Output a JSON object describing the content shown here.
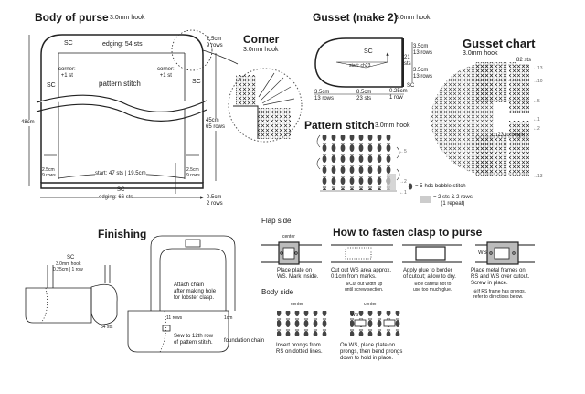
{
  "body_of_purse": {
    "title": "Body of purse",
    "hook": "3.0mm hook",
    "sc_top": "SC",
    "edging_top": "edging: 54 sts",
    "corner_left": "corner:\n+1 st",
    "corner_right": "corner:\n+1 st",
    "sc_left": "SC",
    "sc_right": "SC",
    "pattern_stitch": "pattern stitch",
    "height_total": "48cm",
    "top_edge": "2.5cm\n9 rows",
    "side_height": "45cm\n65 rows",
    "bottom_left": "2.5cm\n9 rows",
    "bottom_right": "2.5cm\n9 rows",
    "start": "start: 47 sts | 19.5cm",
    "sc_bottom": "SC",
    "edging_bottom": "edging: 66 sts",
    "bottom_edge": "0.5cm\n2 rows"
  },
  "corner": {
    "title": "Corner",
    "hook": "3.0mm hook"
  },
  "gusset": {
    "title": "Gusset (make 2)",
    "hook": "3.0mm hook",
    "sc_center": "SC",
    "start": "start: ch23",
    "sts_21": "21\nsts",
    "top_right": "3.5cm\n13 rows",
    "bottom_right": "3.5cm\n13 rows",
    "sc_edge": "SC",
    "dim_left": "3.5cm\n13 rows",
    "dim_mid": "8.5cm\n23 sts",
    "dim_right": "0.25cm\n1 row"
  },
  "gusset_chart": {
    "title": "Gusset chart",
    "hook": "3.0mm hook",
    "sts_label": "82 sts",
    "begin_label": "ch23 to begin",
    "row_markers": [
      "←13",
      "→10",
      "←5",
      "←1",
      "←2",
      "→13"
    ]
  },
  "pattern_stitch": {
    "title": "Pattern stitch",
    "hook": "3.0mm hook",
    "row_markers": [
      "←5",
      "→2",
      "←1"
    ],
    "legend_bobble": "= 5-hdc bobble stitch",
    "legend_repeat": "= 2 sts & 2 rows\n(1 repeat)"
  },
  "finishing": {
    "title": "Finishing",
    "sc": "SC",
    "hook": "3.0mm hook",
    "row": "0.25cm | 1 row",
    "sts": "84 sts",
    "attach_chain": "Attach chain\nafter making hole\nfor lobster clasp.",
    "rows_11": "11 rows",
    "cm_1": "1cm",
    "sew": "Sew to 12th row\nof pattern stitch.",
    "foundation": "foundation chain"
  },
  "clasp": {
    "title": "How to fasten clasp to purse",
    "flap_side": "Flap side",
    "body_side": "Body side",
    "center": "center",
    "ws": "WS",
    "steps": [
      {
        "text": "Place plate on\nWS. Mark inside.",
        "note": ""
      },
      {
        "text": "Cut out WS area approx.\n0.1cm from marks.",
        "note": "※Cut out width up\nuntil screw section."
      },
      {
        "text": "Apply glue to border\nof cutout; allow to dry.",
        "note": "※Be careful not to\nuse too much glue."
      },
      {
        "text": "Place metal frames on\nRS and WS over cutout.\nScrew in place.",
        "note": "※If RS frame has prongs,\nrefer to directions below."
      }
    ],
    "body_steps": [
      {
        "text": "Insert prongs from\nRS on dotted lines."
      },
      {
        "text": "On WS, place plate on\nprongs, then bend prongs\ndown to hold in place."
      }
    ]
  }
}
